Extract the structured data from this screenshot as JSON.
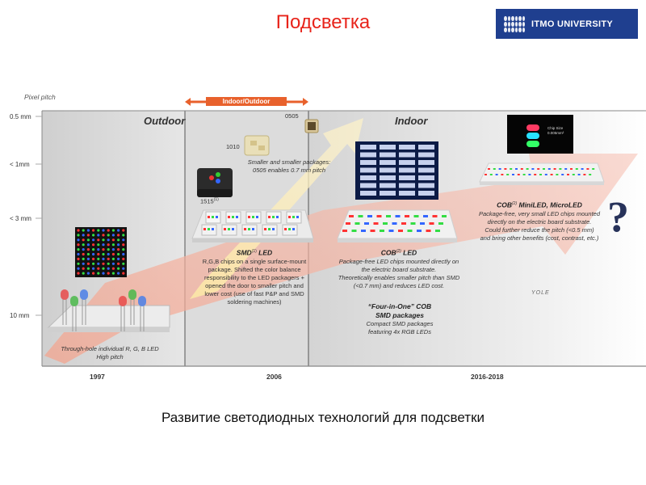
{
  "slide": {
    "title": "Подсветка",
    "caption": "Развитие светодиодных технологий для подсветки"
  },
  "logo": {
    "text": "ITMO UNIVERSITY"
  },
  "figure": {
    "y_axis_title": "Pixel pitch",
    "y_labels": [
      "0.5 mm",
      "< 1mm",
      "< 3 mm",
      "10 mm"
    ],
    "periods": {
      "outdoor": "Outdoor",
      "indoor": "Indoor",
      "indoor_outdoor": "Indoor/Outdoor"
    },
    "years": [
      "1997",
      "2006",
      "2016-2018"
    ],
    "package_labels": {
      "p0505": "0505",
      "p1010": "1010",
      "p1515": "1515",
      "p1515_sup": "(1)"
    },
    "smaller_packages": [
      "Smaller and smaller packages:",
      "0505 enables 0.7 mm pitch"
    ],
    "through_hole": [
      "Through-hole individual R, G, B LED",
      "High pitch"
    ],
    "smd": {
      "title": "SMD",
      "sup": "(1)",
      "title_rest": " LED",
      "lines": [
        "R,G,B chips on a single surface-mount",
        "package. Shifted the color balance",
        "responsibility to the LED packagers +",
        "opened the door to smaller pitch and",
        "lower cost (use of fast P&P and SMD",
        "soldering machines)"
      ]
    },
    "cob": {
      "title": "COB",
      "sup": "(2)",
      "title_rest": " LED",
      "lines": [
        "Package-free LED chips mounted directly on",
        "the electric board substrate.",
        "Theoretically enables smaller pitch than SMD",
        "(<0.7 mm) and reduces LED cost."
      ]
    },
    "four_in_one": {
      "title1": "“Four-in-One” COB",
      "title2": "SMD packages",
      "lines": [
        "Compact SMD packages",
        "featuring 4x RGB LEDs"
      ]
    },
    "mini": {
      "title": "COB",
      "sup": "(2)",
      "title_rest": " MiniLED, MicroLED",
      "lines": [
        "Package-free, very small LED chips mounted",
        "directly on the electric board substrate.",
        "Could further reduce the pitch (<0.5 mm)",
        "and bring other benefits (cost, contrast, etc.)"
      ]
    },
    "chip_size": [
      "Chip Size",
      "0.005mm²"
    ],
    "question_mark": "?",
    "brand": "YOLE",
    "colors": {
      "arrow": "#f6b7a8",
      "accent": "#e8612c",
      "title": "#e8231a",
      "logo_bg": "#1f3f8f"
    }
  }
}
